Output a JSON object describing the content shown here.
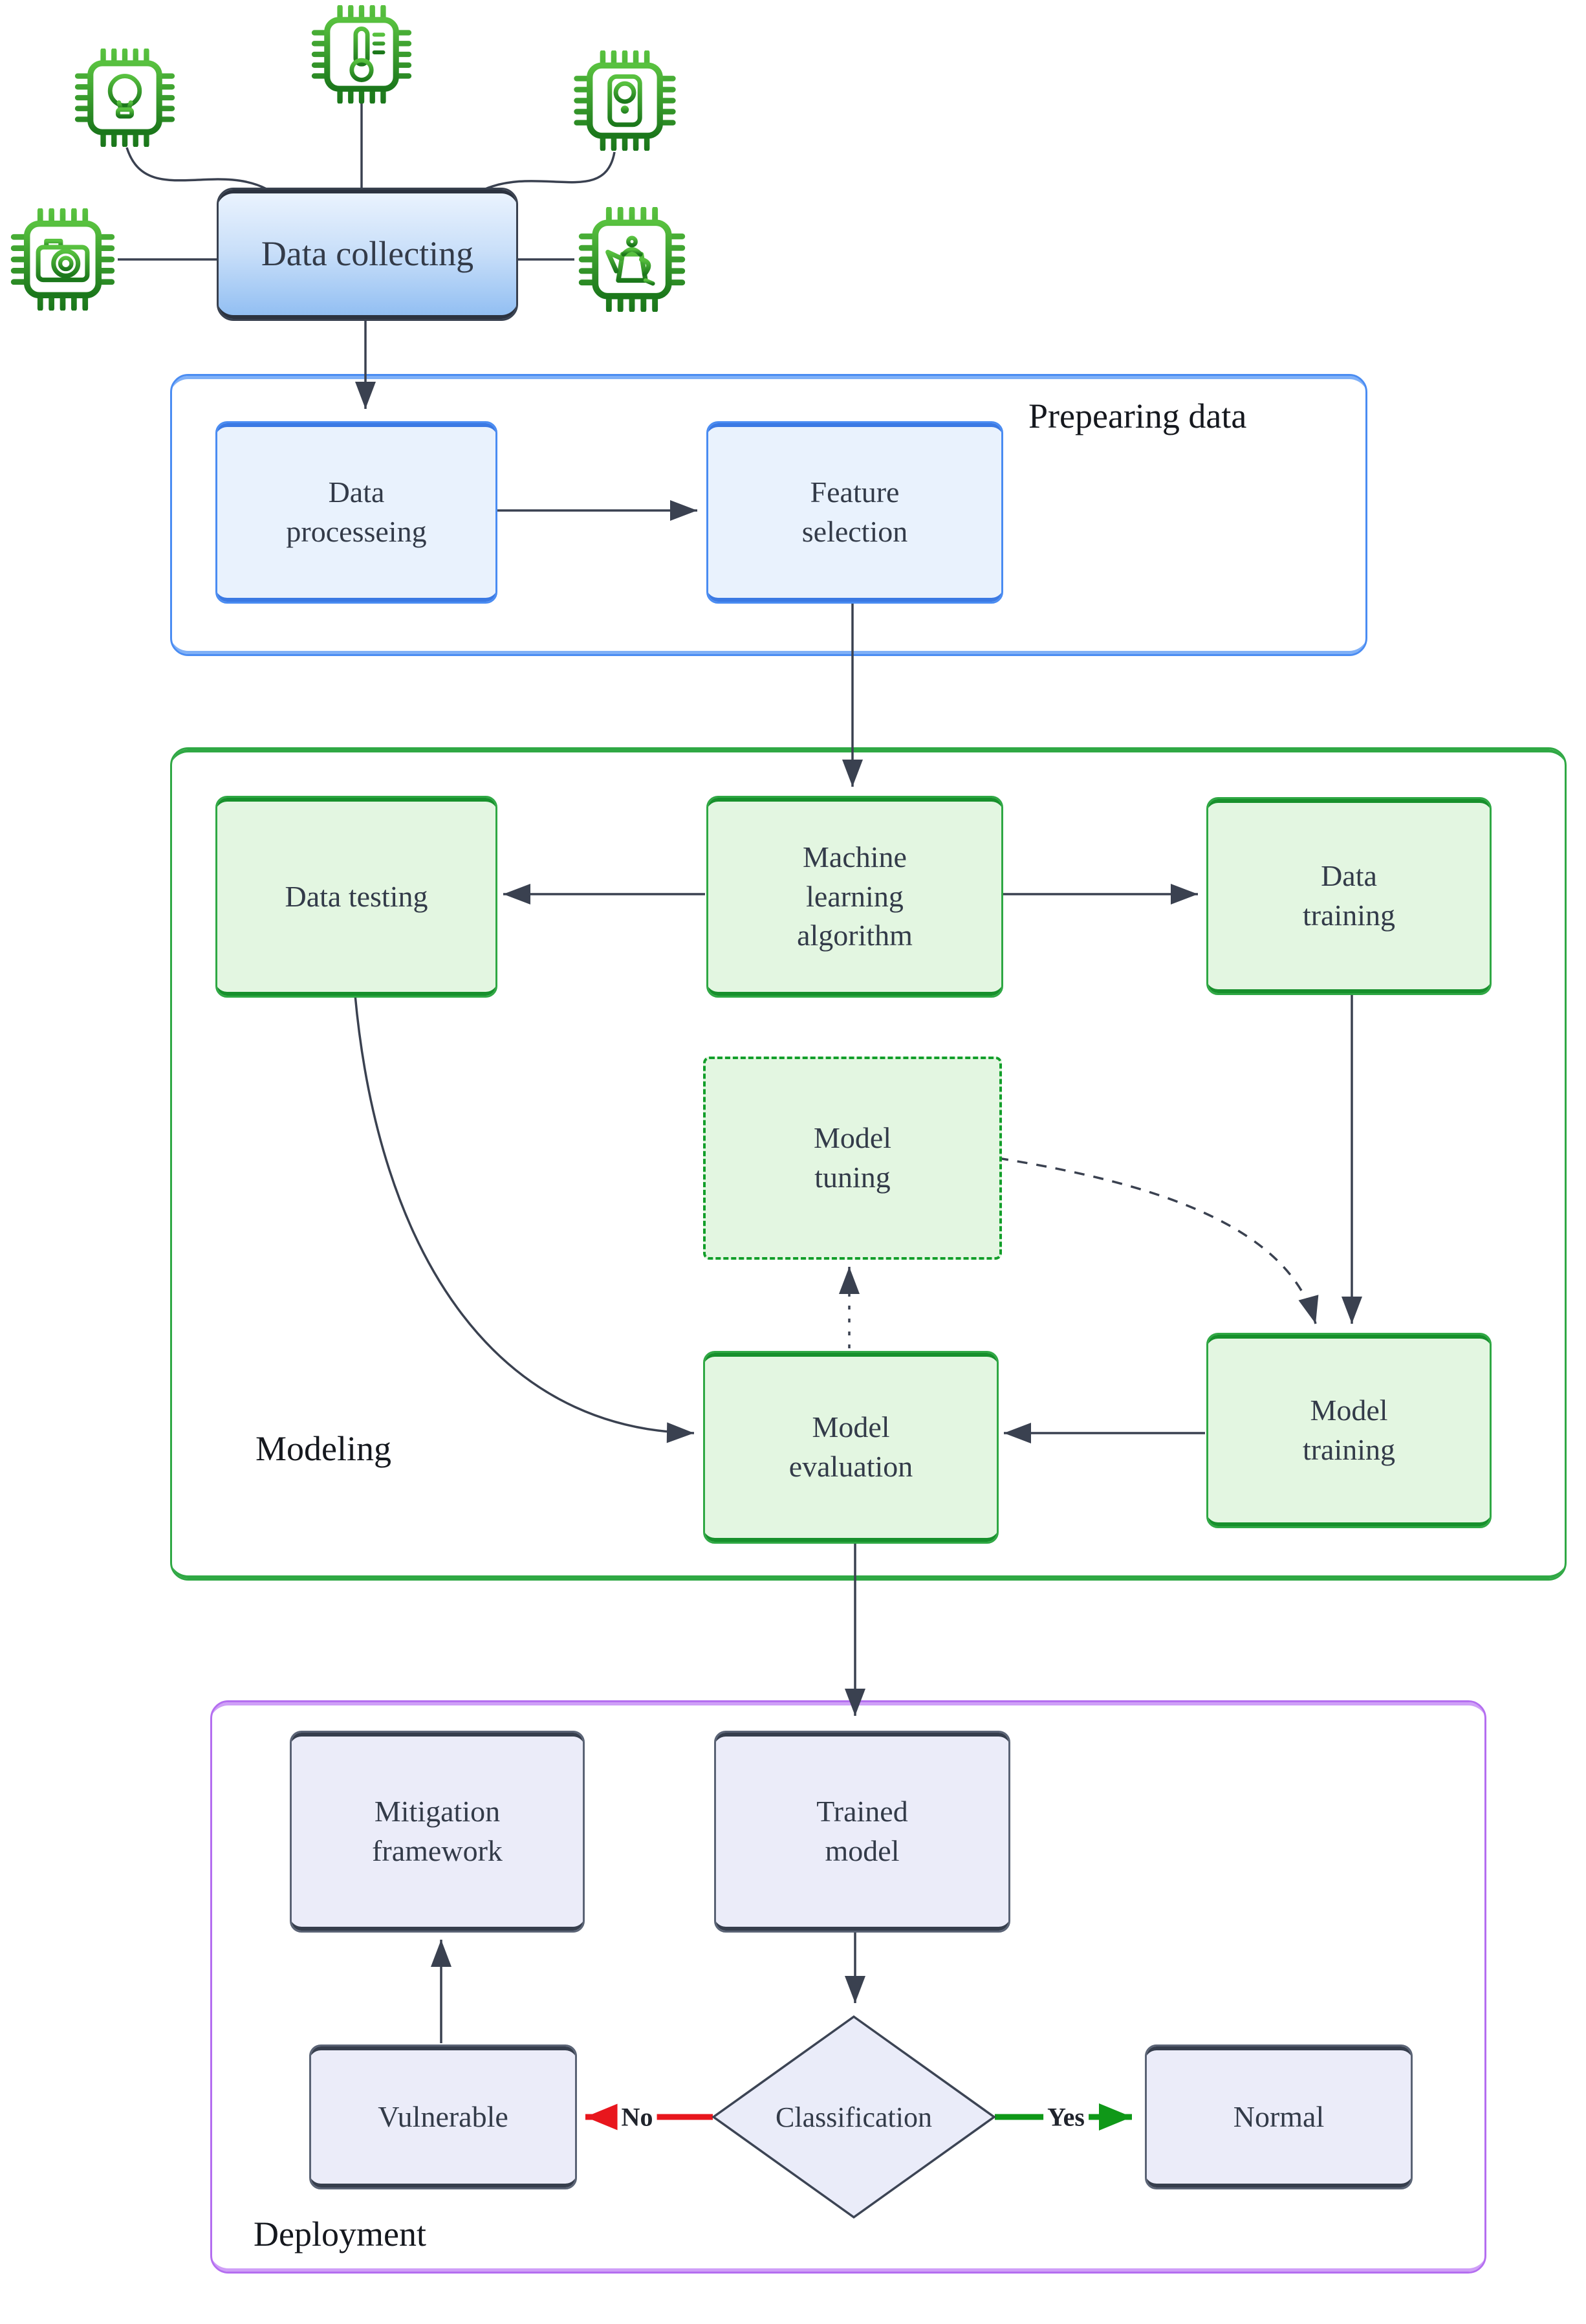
{
  "diagram": {
    "type": "flowchart",
    "nodes": {
      "data_collecting": {
        "label": "Data collecting"
      },
      "data_processing": {
        "label": "Data\nprocesseing"
      },
      "feature_selection": {
        "label": "Feature\nselection"
      },
      "ml_algorithm": {
        "label": "Machine\nlearning\nalgorithm"
      },
      "data_testing": {
        "label": "Data testing"
      },
      "data_training": {
        "label": "Data\ntraining"
      },
      "model_tuning": {
        "label": "Model\ntuning"
      },
      "model_evaluation": {
        "label": "Model\nevaluation"
      },
      "model_training": {
        "label": "Model\ntraining"
      },
      "mitigation_framework": {
        "label": "Mitigation\nframework"
      },
      "trained_model": {
        "label": "Trained\nmodel"
      },
      "vulnerable": {
        "label": "Vulnerable"
      },
      "classification": {
        "label": "Classification"
      },
      "normal": {
        "label": "Normal"
      }
    },
    "sections": {
      "preparing": {
        "label": "Prepearing data"
      },
      "modeling": {
        "label": "Modeling"
      },
      "deployment": {
        "label": "Deployment"
      }
    },
    "decision": {
      "no_label": "No",
      "yes_label": "Yes"
    },
    "icons": [
      {
        "name": "smart-bulb-chip-icon"
      },
      {
        "name": "thermometer-chip-icon"
      },
      {
        "name": "smart-lock-chip-icon"
      },
      {
        "name": "camera-chip-icon"
      },
      {
        "name": "smart-kettle-chip-icon"
      }
    ],
    "colors": {
      "connector": "#3a4150",
      "blue_border": "#4a8cf2",
      "blue_fill": "#e9f2fd",
      "green_border": "#2fa844",
      "green_fill": "#e3f6e1",
      "purple_border": "#b46ef0",
      "lavender_fill": "#ebecf9",
      "lavender_border": "#5a6375",
      "no_arrow": "#e8161d",
      "yes_arrow": "#0f9818",
      "chip_green_light": "#58c13f",
      "chip_green_dark": "#1b771b"
    }
  }
}
